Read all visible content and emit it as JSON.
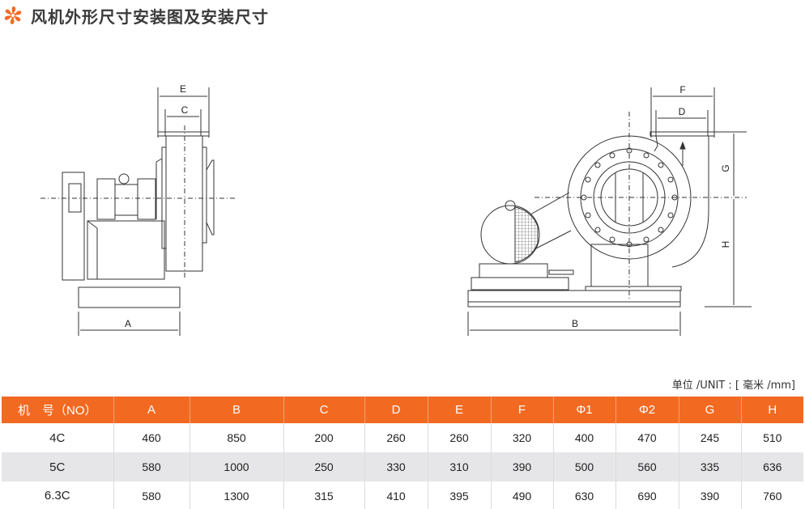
{
  "header": {
    "logo_icon": "orange-fan-icon",
    "title": "风机外形尺寸安装图及安装尺寸"
  },
  "drawings": {
    "side_view": {
      "dimension_labels": [
        "E",
        "C",
        "A"
      ]
    },
    "front_view": {
      "dimension_labels": [
        "F",
        "D",
        "G",
        "H",
        "B"
      ]
    }
  },
  "unit_note": "单位 /UNIT : [ 毫米 /mm]",
  "table": {
    "columns": [
      "机　号（NO）",
      "A",
      "B",
      "C",
      "D",
      "E",
      "F",
      "Φ1",
      "Φ2",
      "G",
      "H"
    ],
    "rows": [
      [
        "4C",
        "460",
        "850",
        "200",
        "260",
        "260",
        "320",
        "400",
        "470",
        "245",
        "510"
      ],
      [
        "5C",
        "580",
        "1000",
        "250",
        "330",
        "310",
        "390",
        "500",
        "560",
        "335",
        "636"
      ],
      [
        "6.3C",
        "580",
        "1300",
        "315",
        "410",
        "395",
        "490",
        "630",
        "690",
        "390",
        "760"
      ]
    ]
  },
  "colors": {
    "accent": "#f26a21",
    "row_alt": "#e6e6e8"
  }
}
